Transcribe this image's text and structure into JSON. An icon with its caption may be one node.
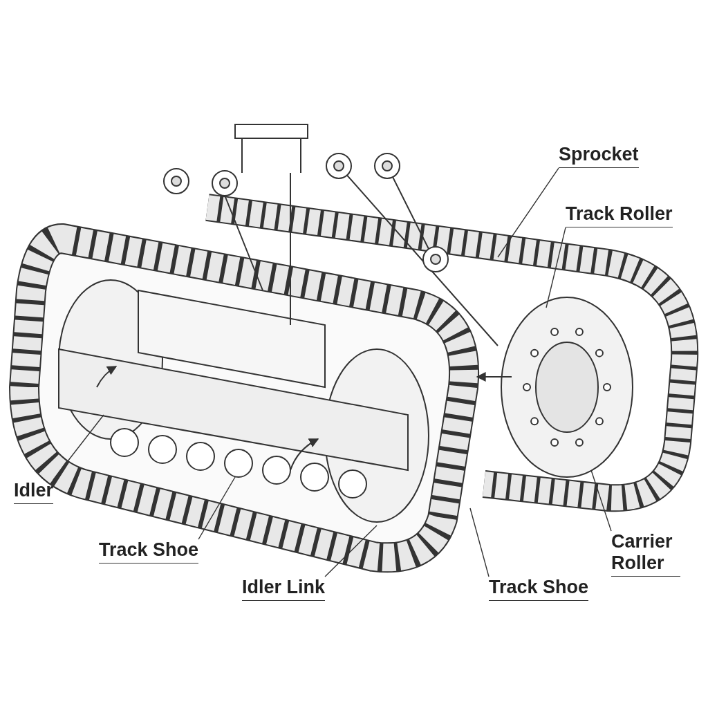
{
  "diagram": {
    "nodes": [
      {
        "text": [
          "Sprocket"
        ]
      },
      {
        "text": [
          "Track Roller"
        ]
      },
      {
        "text": [
          "Idler"
        ]
      },
      {
        "text": [
          "Track Shoe"
        ]
      },
      {
        "text": [
          "Idler Link"
        ]
      },
      {
        "text": [
          "Track Shoe"
        ]
      },
      {
        "text": [
          "Carrier Roller"
        ]
      }
    ],
    "edges": [
      {
        "from": 0,
        "to": null,
        "arrow": "none"
      },
      {
        "from": 1,
        "to": null,
        "arrow": "none"
      },
      {
        "from": 2,
        "to": null,
        "arrow": "none"
      },
      {
        "from": 3,
        "to": null,
        "arrow": "none"
      },
      {
        "from": 4,
        "to": null,
        "arrow": "none"
      },
      {
        "from": 5,
        "to": null,
        "arrow": "none"
      },
      {
        "from": 6,
        "to": null,
        "arrow": "none"
      }
    ]
  }
}
